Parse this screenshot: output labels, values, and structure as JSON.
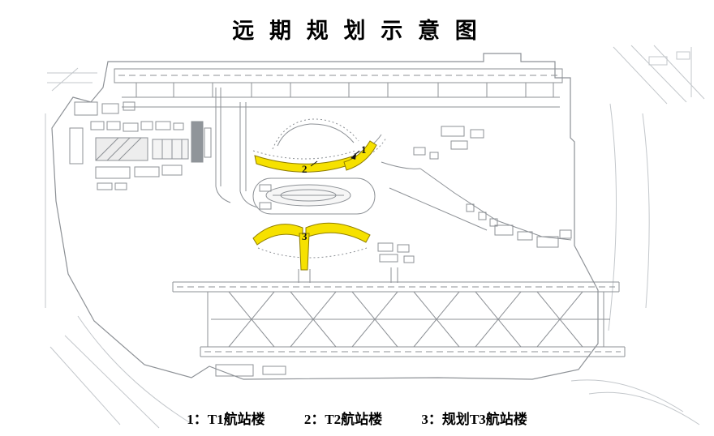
{
  "title": "远 期 规 划 示 意 图",
  "colors": {
    "highlight_fill": "#f6e100",
    "highlight_stroke": "#8f7d00",
    "drawing_line": "#8d9196",
    "faint_line": "#c3c7cb"
  },
  "markers": {
    "t1": "1",
    "t2": "2",
    "t3": "3"
  },
  "legend": {
    "t1": "1：T1航站楼",
    "t2": "2：T2航站楼",
    "t3": "3：规划T3航站楼"
  }
}
